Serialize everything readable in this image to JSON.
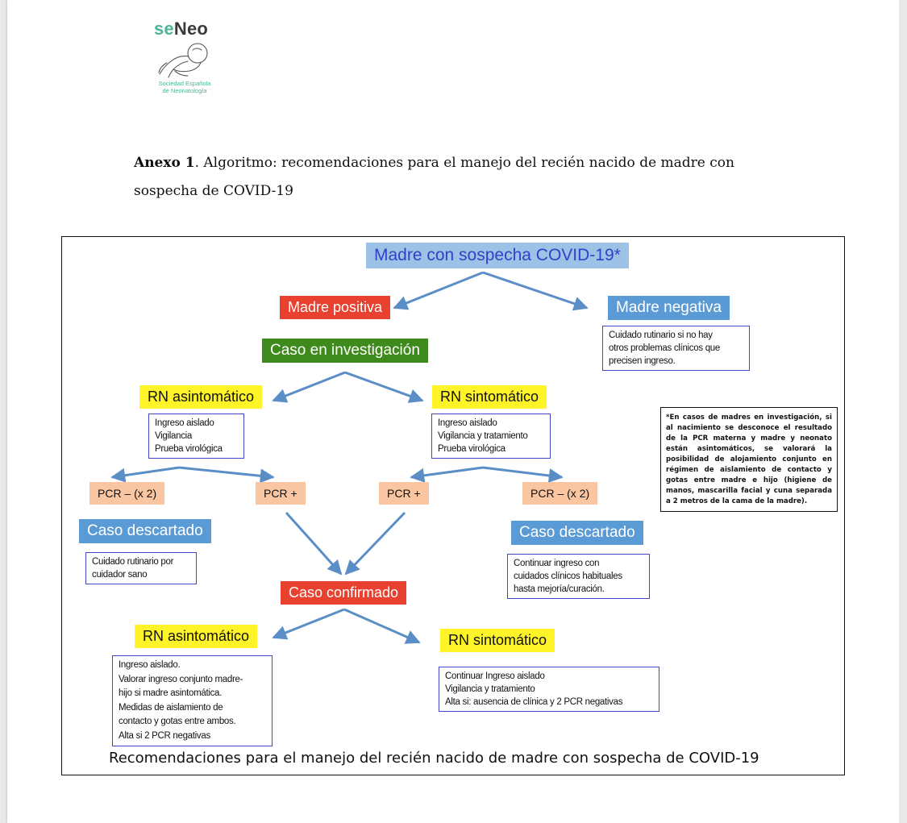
{
  "logo": {
    "name_part1": "se",
    "name_part2": "Neo",
    "subtitle_line1": "Sociedad Española",
    "subtitle_line2": "de Neonatología",
    "colors": {
      "green": "#4bb596",
      "dark": "#3a3a3a"
    }
  },
  "caption": {
    "label": "Anexo 1",
    "text": ". Algoritmo: recomendaciones para el manejo del recién nacido de madre con sospecha de COVID-19"
  },
  "diagram": {
    "nodes": {
      "top": "Madre con sospecha COVID-19*",
      "madre_positiva": "Madre positiva",
      "madre_negativa": "Madre negativa",
      "caso_investigacion": "Caso en investigación",
      "rn_asintomatico_1": "RN asintomático",
      "rn_sintomatico_1": "RN sintomático",
      "pcr_neg_left": "PCR – (x 2)",
      "pcr_pos_left": "PCR +",
      "pcr_pos_right": "PCR +",
      "pcr_neg_right": "PCR – (x 2)",
      "caso_descartado_left": "Caso descartado",
      "caso_descartado_right": "Caso descartado",
      "caso_confirmado": "Caso confirmado",
      "rn_asintomatico_2": "RN asintomático",
      "rn_sintomatico_2": "RN sintomático"
    },
    "boxes": {
      "madre_negativa": [
        "Cuidado rutinario si no hay",
        "otros problemas clínicos que",
        "precisen ingreso."
      ],
      "rn_asintomatico_1": [
        "Ingreso aislado",
        "Vigilancia",
        "Prueba virológica"
      ],
      "rn_sintomatico_1": [
        "Ingreso aislado",
        "Vigilancia y tratamiento",
        "Prueba virológica"
      ],
      "descartado_left": [
        "Cuidado rutinario por",
        "cuidador sano"
      ],
      "descartado_right": [
        "Continuar ingreso con",
        "cuidados clínicos habituales",
        "hasta mejoría/curación."
      ],
      "confirmado_asintomatico": [
        "Ingreso aislado.",
        "Valorar ingreso conjunto madre-",
        "hijo si madre asintomática.",
        "Medidas de aislamiento de",
        "contacto y gotas entre ambos.",
        "Alta si 2 PCR negativas"
      ],
      "confirmado_sintomatico": [
        "Continuar Ingreso aislado",
        "Vigilancia y tratamiento",
        "Alta si: ausencia de clínica y 2 PCR negativas"
      ]
    },
    "note": "*En casos de madres en investigación, si al nacimiento se desconoce el resultado de la PCR materna y madre y neonato están asintomáticos, se valorará la posibilidad de alojamiento conjunto en régimen de aislamiento de contacto y gotas entre madre e hijo (higiene de manos, mascarilla facial y cuna separada a 2 metros de la cama de la madre).",
    "footer_title": "Recomendaciones para el manejo del recién nacido de madre con sospecha de COVID-19",
    "colors": {
      "title_bg": "#9cc2e5",
      "title_text": "#3340c8",
      "blue": "#5b9bd5",
      "red": "#e8412f",
      "green": "#3f8a1c",
      "yellow": "#fff427",
      "peach": "#f9c6a1",
      "arrow": "#5b8ec6",
      "box_border": "#4146c8"
    }
  }
}
